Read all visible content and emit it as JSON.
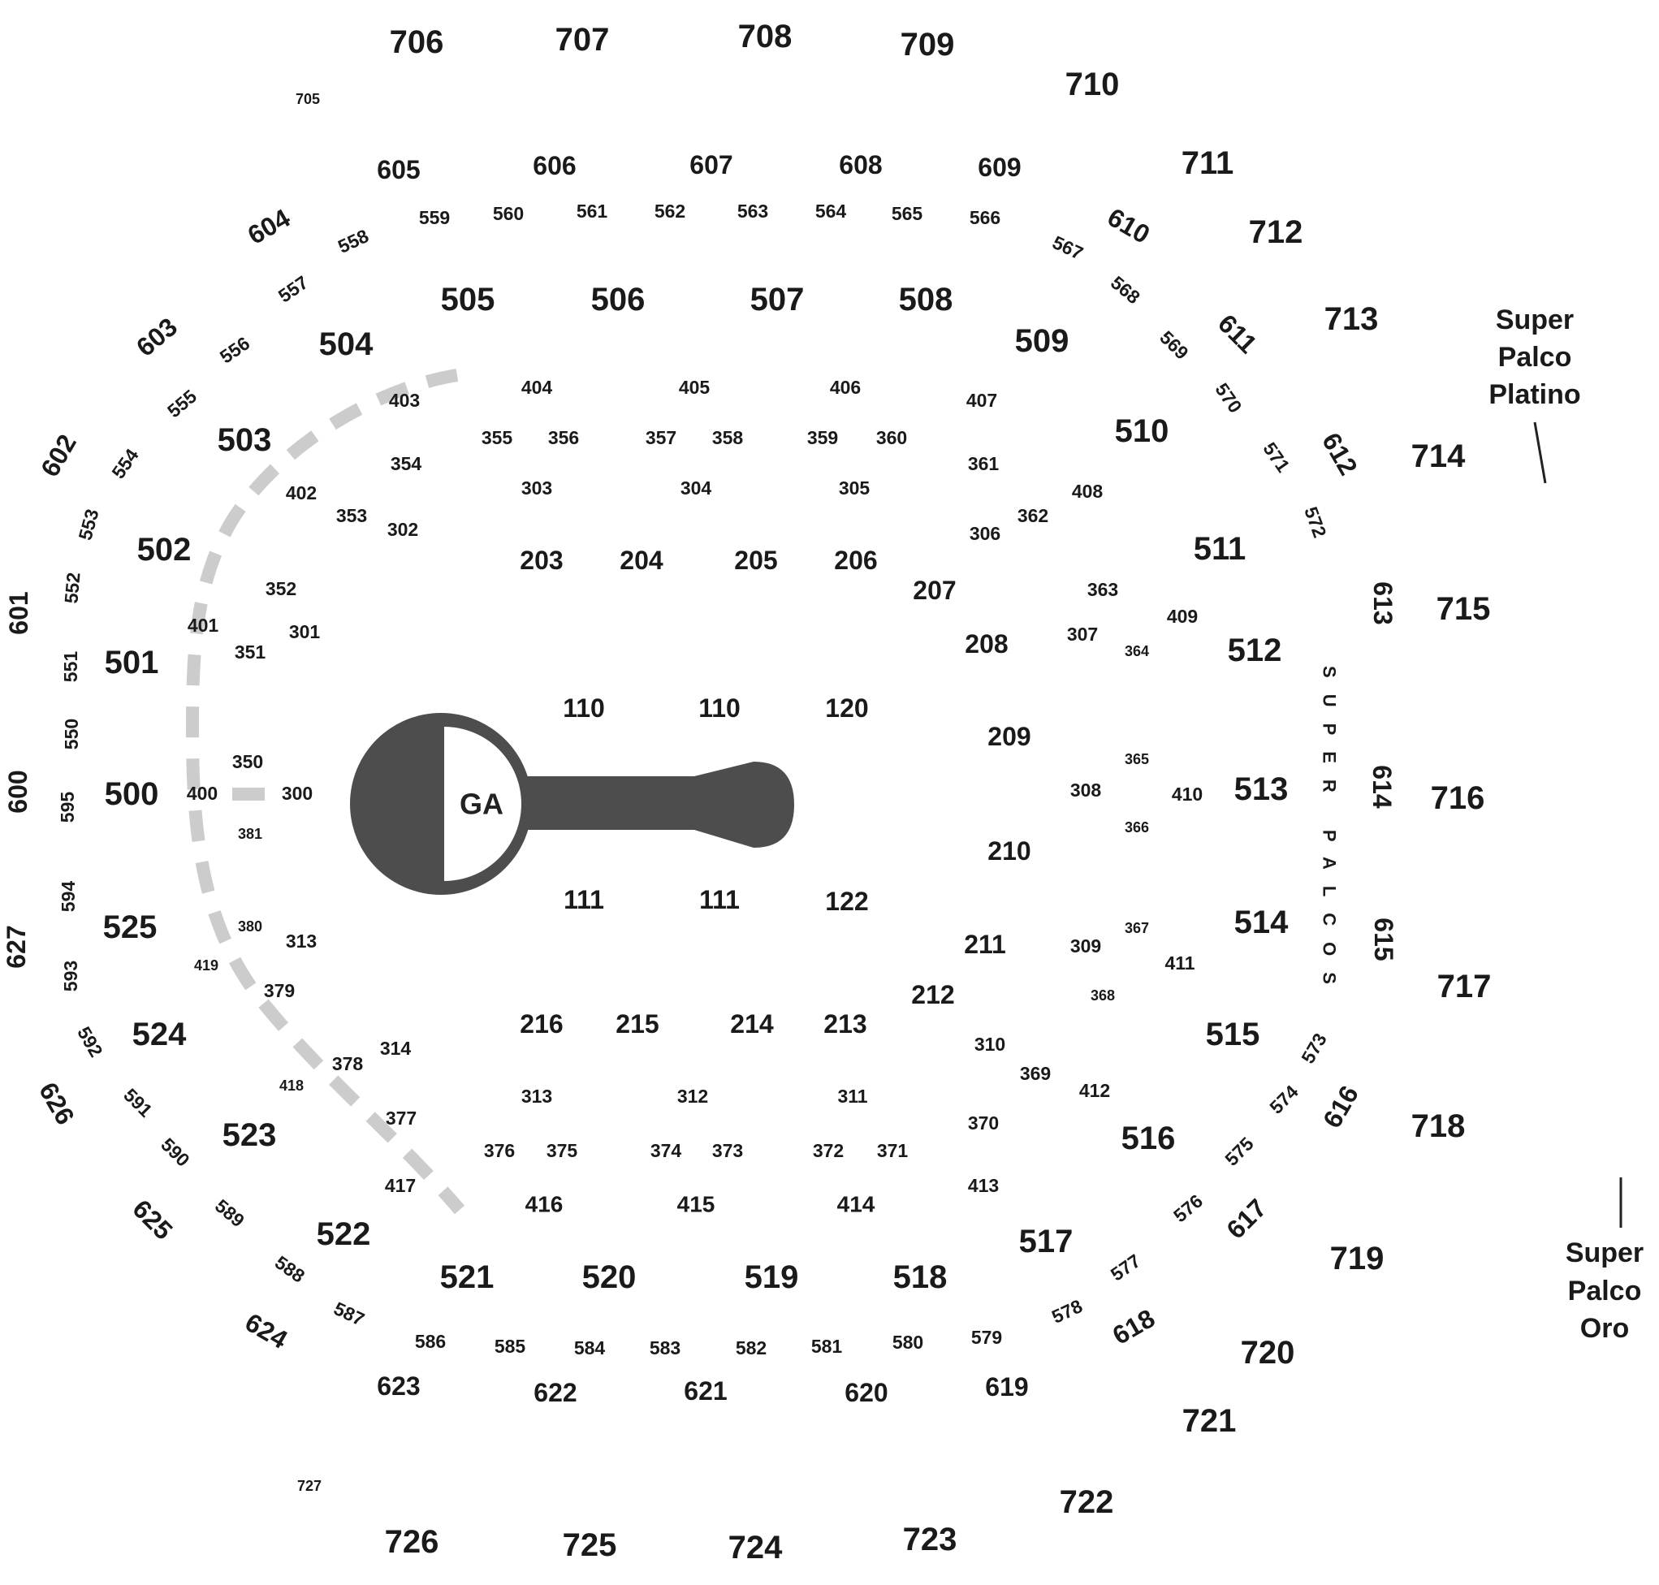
{
  "stage": {
    "label": "GA",
    "color": "#4d4d4d"
  },
  "labels": {
    "super_palco_platino": [
      "Super",
      "Palco",
      "Platino"
    ],
    "super_palco_oro": [
      "Super",
      "Palco",
      "Oro"
    ],
    "super_palcos": "SUPER PALCOS"
  },
  "sections": {
    "s110a": "110",
    "s110b": "110",
    "s120": "120",
    "s111a": "111",
    "s111b": "111",
    "s122": "122",
    "s203": "203",
    "s204": "204",
    "s205": "205",
    "s206": "206",
    "s207": "207",
    "s208": "208",
    "s209": "209",
    "s210": "210",
    "s211": "211",
    "s212": "212",
    "s213": "213",
    "s214": "214",
    "s215": "215",
    "s216": "216",
    "s300": "300",
    "s301": "301",
    "s302": "302",
    "s303": "303",
    "s304": "304",
    "s305": "305",
    "s306": "306",
    "s307": "307",
    "s308": "308",
    "s309": "309",
    "s310": "310",
    "s311": "311",
    "s312": "312",
    "s313a": "313",
    "s313b": "313",
    "s314": "314",
    "s350": "350",
    "s351": "351",
    "s352": "352",
    "s353": "353",
    "s354": "354",
    "s355": "355",
    "s356": "356",
    "s357": "357",
    "s358": "358",
    "s359": "359",
    "s360": "360",
    "s361": "361",
    "s362": "362",
    "s363": "363",
    "s364": "364",
    "s365": "365",
    "s366": "366",
    "s367": "367",
    "s368": "368",
    "s369": "369",
    "s370": "370",
    "s371": "371",
    "s372": "372",
    "s373": "373",
    "s374": "374",
    "s375": "375",
    "s376": "376",
    "s377": "377",
    "s378": "378",
    "s379": "379",
    "s380": "380",
    "s381": "381",
    "s400": "400",
    "s401": "401",
    "s402": "402",
    "s403": "403",
    "s404": "404",
    "s405": "405",
    "s406": "406",
    "s407": "407",
    "s408": "408",
    "s409": "409",
    "s410": "410",
    "s411": "411",
    "s412": "412",
    "s413": "413",
    "s414": "414",
    "s415": "415",
    "s416": "416",
    "s417": "417",
    "s418": "418",
    "s419": "419",
    "s500": "500",
    "s501": "501",
    "s502": "502",
    "s503": "503",
    "s504": "504",
    "s505": "505",
    "s506": "506",
    "s507": "507",
    "s508": "508",
    "s509": "509",
    "s510": "510",
    "s511": "511",
    "s512": "512",
    "s513": "513",
    "s514": "514",
    "s515": "515",
    "s516": "516",
    "s517": "517",
    "s518": "518",
    "s519": "519",
    "s520": "520",
    "s521": "521",
    "s522": "522",
    "s523": "523",
    "s524": "524",
    "s525": "525",
    "s550": "550",
    "s551": "551",
    "s552": "552",
    "s553": "553",
    "s554": "554",
    "s555": "555",
    "s556": "556",
    "s557": "557",
    "s558": "558",
    "s559": "559",
    "s560": "560",
    "s561": "561",
    "s562": "562",
    "s563": "563",
    "s564": "564",
    "s565": "565",
    "s566": "566",
    "s567": "567",
    "s568": "568",
    "s569": "569",
    "s570": "570",
    "s571": "571",
    "s572": "572",
    "s573": "573",
    "s574": "574",
    "s575": "575",
    "s576": "576",
    "s577": "577",
    "s578": "578",
    "s579": "579",
    "s580": "580",
    "s581": "581",
    "s582": "582",
    "s583": "583",
    "s584": "584",
    "s585": "585",
    "s586": "586",
    "s587": "587",
    "s588": "588",
    "s589": "589",
    "s590": "590",
    "s591": "591",
    "s592": "592",
    "s593": "593",
    "s594": "594",
    "s595": "595",
    "s600": "600",
    "s601": "601",
    "s602": "602",
    "s603": "603",
    "s604": "604",
    "s605": "605",
    "s606": "606",
    "s607": "607",
    "s608": "608",
    "s609": "609",
    "s610": "610",
    "s611": "611",
    "s612": "612",
    "s613": "613",
    "s614": "614",
    "s615": "615",
    "s616": "616",
    "s617": "617",
    "s618": "618",
    "s619": "619",
    "s620": "620",
    "s621": "621",
    "s622": "622",
    "s623": "623",
    "s624": "624",
    "s625": "625",
    "s626": "626",
    "s627": "627",
    "s705": "705",
    "s706": "706",
    "s707": "707",
    "s708": "708",
    "s709": "709",
    "s710": "710",
    "s711": "711",
    "s712": "712",
    "s713": "713",
    "s714": "714",
    "s715": "715",
    "s716": "716",
    "s717": "717",
    "s718": "718",
    "s719": "719",
    "s720": "720",
    "s721": "721",
    "s722": "722",
    "s723": "723",
    "s724": "724",
    "s725": "725",
    "s726": "726",
    "s727": "727"
  }
}
